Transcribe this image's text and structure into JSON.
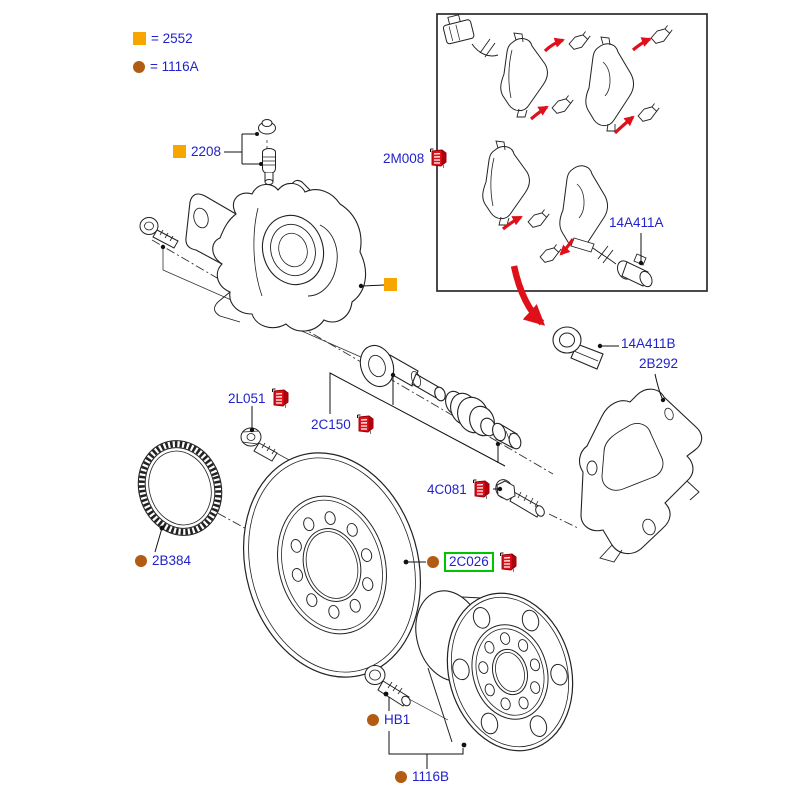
{
  "legend": {
    "square_label": "= 2552",
    "circle_label": "= 1116A"
  },
  "labels": {
    "bleed_parts": "2208",
    "pad_kit": "2M008",
    "sensor_wire": "14A411A",
    "sensor_grommet": "14A411B",
    "caliper_carrier": "2B292",
    "guide_pin_bolt": "2L051",
    "stub_axle": "2C150",
    "carrier_bolt": "4C081",
    "abs_ring": "2B384",
    "brake_disc": "2C026",
    "wheel_stud": "HB1",
    "wheel_hub": "1116B"
  },
  "selected_part": "2C026",
  "colors": {
    "label_blue": "#2122cc",
    "marker_yellow": "#f7a600",
    "marker_brown": "#b25b13",
    "icon_red": "#e0101a",
    "highlight_green": "#00c400",
    "line": "#222222"
  }
}
